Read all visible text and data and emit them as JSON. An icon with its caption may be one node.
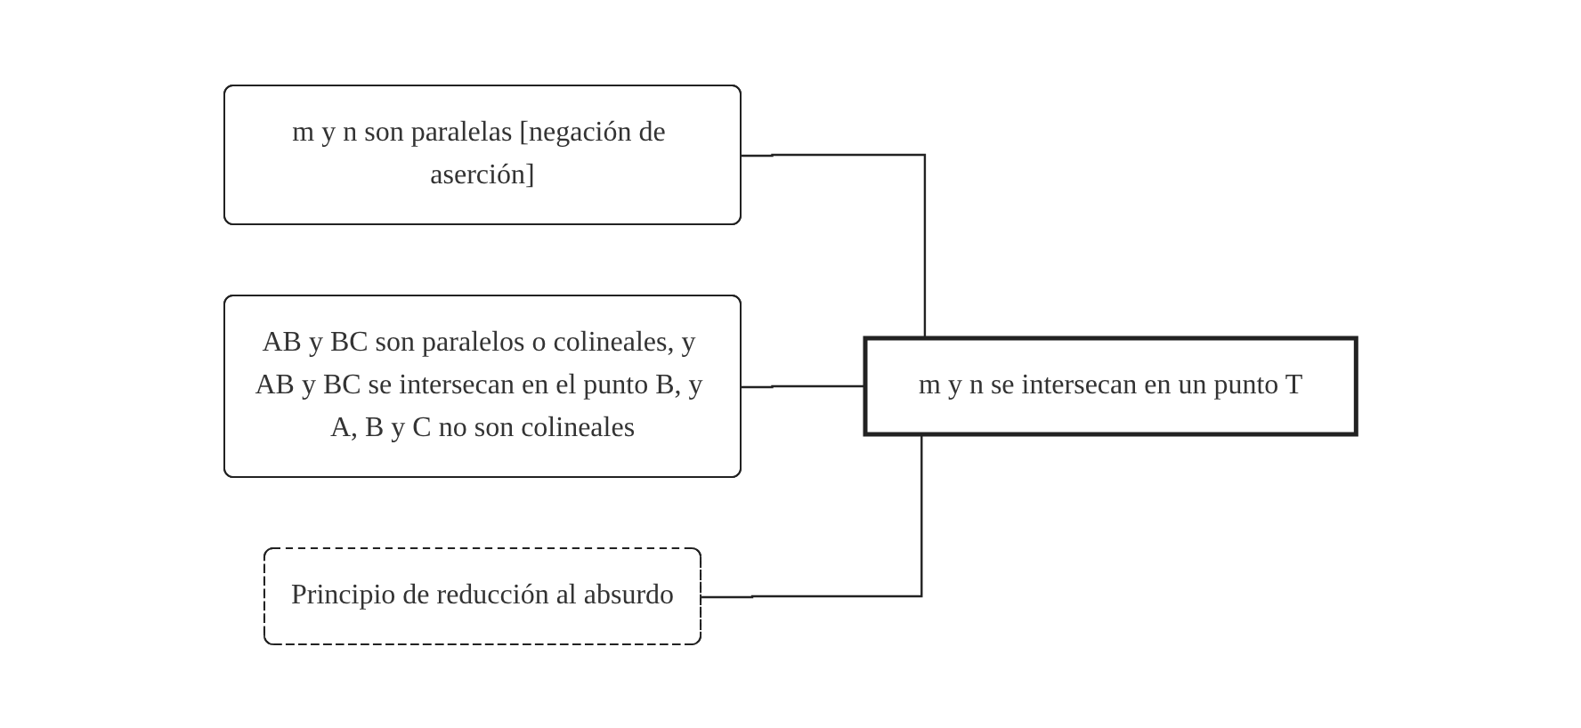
{
  "diagram": {
    "nodes": [
      {
        "text": [
          "m y n son paralelas [negación de aserción]"
        ]
      },
      {
        "text": [
          "AB y BC son paralelos o colineales, y AB y BC se intersecan en el punto B, y A, B y C no son colineales"
        ]
      },
      {
        "text": [
          "m y n se intersecan en un punto T"
        ]
      },
      {
        "text": [
          "Principio de reducción al absurdo"
        ]
      }
    ],
    "edges": [
      {
        "from": 0,
        "to": 2,
        "arrow": "none"
      },
      {
        "from": 1,
        "to": 2,
        "arrow": "none"
      },
      {
        "from": 3,
        "to": 2,
        "arrow": "none"
      }
    ]
  }
}
